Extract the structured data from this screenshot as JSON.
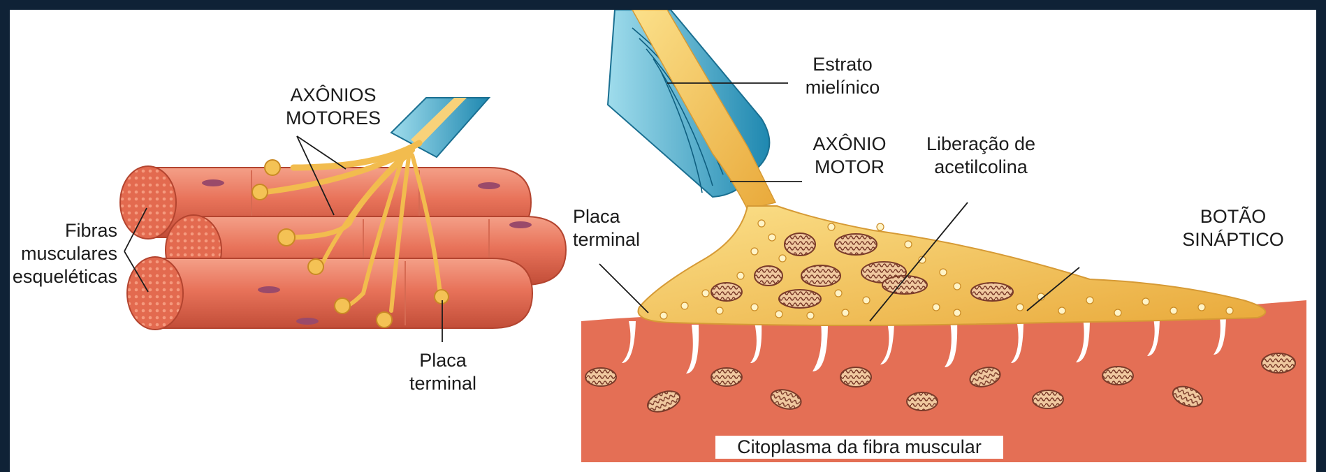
{
  "left_panel": {
    "axons_label": [
      "AXÔNIOS",
      "MOTORES"
    ],
    "fibers_label": [
      "Fibras",
      "musculares",
      "esqueléticas"
    ],
    "plate_label": [
      "Placa",
      "terminal"
    ]
  },
  "right_panel": {
    "myelin_label": [
      "Estrato",
      "mielínico"
    ],
    "axon_label": [
      "AXÔNIO",
      "MOTOR"
    ],
    "release_label": [
      "Liberação de",
      "acetilcolina"
    ],
    "plate_label": [
      "Placa",
      "terminal"
    ],
    "bouton_label": [
      "BOTÃO",
      "SINÁPTICO"
    ],
    "cytoplasm_label": "Citoplasma da fibra muscular"
  },
  "colors": {
    "border": "#0f2236",
    "muscle": "#e8735a",
    "muscle_dark": "#c9513b",
    "nerve": "#f4c255",
    "myelin": "#3aa6c8",
    "vesicle": "#fff4c8"
  }
}
